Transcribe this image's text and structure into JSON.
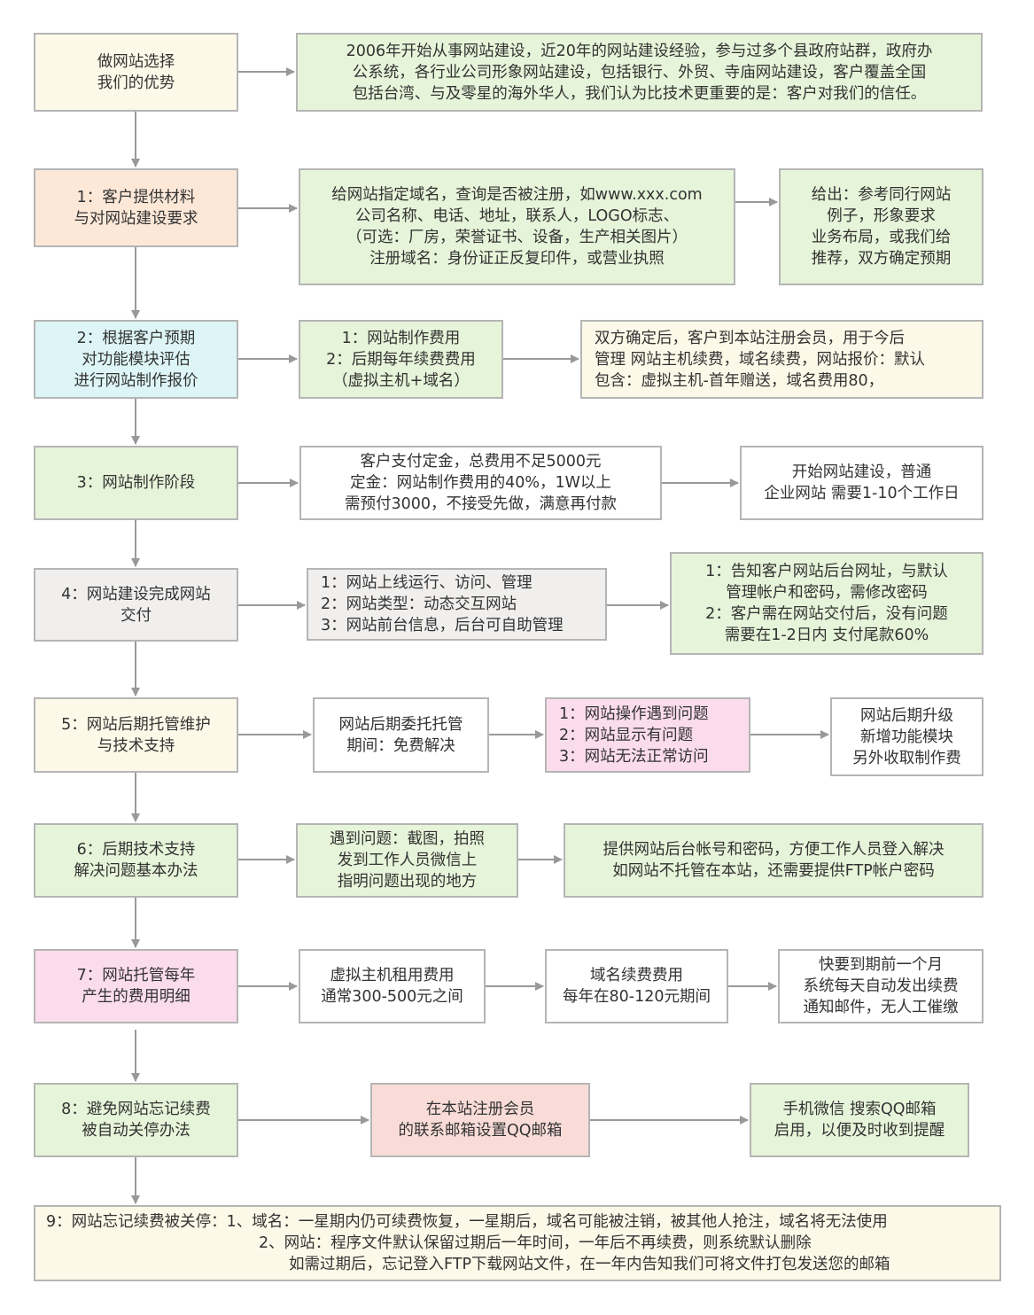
{
  "colors": {
    "cream": "#fdf9e8",
    "green": "#e6f4d9",
    "peach": "#fde8d8",
    "cyan": "#ddf5f6",
    "gray": "#f0efee",
    "pink": "#fbdcec",
    "rose": "#f9dcd8",
    "white": "#ffffff",
    "border": "#b5b5b5",
    "arrow": "#999999",
    "text": "#333333"
  },
  "rows": [
    {
      "step": {
        "lines": [
          "做网站选择",
          "我们的优势"
        ]
      },
      "details": [
        {
          "lines": [
            "2006年开始从事网站建设，近20年的网站建设经验，参与过多个县政府站群，政府办",
            "公系统，各行业公司形象网站建设，包括银行、外贸、寺庙网站建设，客户覆盖全国",
            "包括台湾、与及零星的海外华人，我们认为比技术更重要的是：客户对我们的信任。"
          ]
        }
      ]
    },
    {
      "step": {
        "lines": [
          "1：客户提供材料",
          "与对网站建设要求"
        ]
      },
      "details": [
        {
          "lines": [
            "给网站指定域名，查询是否被注册，如www.xxx.com",
            "公司名称、电话、地址，联系人，LOGO标志、",
            "（可选：厂房，荣誉证书、设备，生产相关图片）",
            "注册域名：身份证正反复印件，或营业执照"
          ]
        },
        {
          "lines": [
            "给出：参考同行网站",
            "例子，形象要求",
            "业务布局，或我们给",
            "推荐，双方确定预期"
          ]
        }
      ]
    },
    {
      "step": {
        "lines": [
          "2：根据客户预期",
          "对功能模块评估",
          "进行网站制作报价"
        ]
      },
      "details": [
        {
          "lines": [
            "1：网站制作费用",
            "2：后期每年续费费用",
            "（虚拟主机+域名）"
          ]
        },
        {
          "lines": [
            "双方确定后，客户到本站注册会员，用于今后",
            "管理 网站主机续费，域名续费，网站报价：默认",
            "包含：虚拟主机-首年赠送，域名费用80，"
          ]
        }
      ]
    },
    {
      "step": {
        "lines": [
          "3：网站制作阶段"
        ]
      },
      "details": [
        {
          "lines": [
            "客户支付定金，总费用不足5000元",
            "定金：网站制作费用的40%，1W以上",
            "需预付3000，不接受先做，满意再付款"
          ]
        },
        {
          "lines": [
            "开始网站建设，普通",
            "企业网站 需要1-10个工作日"
          ]
        }
      ]
    },
    {
      "step": {
        "lines": [
          "4：网站建设完成网站",
          "交付"
        ]
      },
      "details": [
        {
          "lines": [
            "1：网站上线运行、访问、管理",
            "2：网站类型：动态交互网站",
            "3：网站前台信息，后台可自助管理"
          ]
        },
        {
          "lines": [
            "1：告知客户网站后台网址，与默认",
            "管理帐户和密码，需修改密码",
            "2：客户需在网站交付后，没有问题",
            "需要在1-2日内 支付尾款60%"
          ]
        }
      ]
    },
    {
      "step": {
        "lines": [
          "5：网站后期托管维护",
          "与技术支持"
        ]
      },
      "details": [
        {
          "lines": [
            "网站后期委托托管",
            "期间：免费解决"
          ]
        },
        {
          "lines": [
            "1：网站操作遇到问题",
            "2：网站显示有问题",
            "3：网站无法正常访问"
          ]
        },
        {
          "lines": [
            "网站后期升级",
            "新增功能模块",
            "另外收取制作费"
          ]
        }
      ]
    },
    {
      "step": {
        "lines": [
          "6：后期技术支持",
          "解决问题基本办法"
        ]
      },
      "details": [
        {
          "lines": [
            "遇到问题：截图，拍照",
            "发到工作人员微信上",
            "指明问题出现的地方"
          ]
        },
        {
          "lines": [
            "提供网站后台帐号和密码，方便工作人员登入解决",
            "如网站不托管在本站，还需要提供FTP帐户密码"
          ]
        }
      ]
    },
    {
      "step": {
        "lines": [
          "7：网站托管每年",
          "产生的费用明细"
        ]
      },
      "details": [
        {
          "lines": [
            "虚拟主机租用费用",
            "通常300-500元之间"
          ]
        },
        {
          "lines": [
            "域名续费费用",
            "每年在80-120元期间"
          ]
        },
        {
          "lines": [
            "快要到期前一个月",
            "系统每天自动发出续费",
            "通知邮件，无人工催缴"
          ]
        }
      ]
    },
    {
      "step": {
        "lines": [
          "8：避免网站忘记续费",
          "被自动关停办法"
        ]
      },
      "details": [
        {
          "lines": [
            "在本站注册会员",
            "的联系邮箱设置QQ邮箱"
          ]
        },
        {
          "lines": [
            "手机微信 搜索QQ邮箱",
            "启用，以便及时收到提醒"
          ]
        }
      ]
    }
  ],
  "final_note": {
    "lines": [
      "9：网站忘记续费被关停：1、域名：一星期内仍可续费恢复，一星期后，域名可能被注销，被其他人抢注，域名将无法使用",
      "2、网站：程序文件默认保留过期后一年时间，一年后不再续费，则系统默认删除",
      "如需过期后，忘记登入FTP下载网站文件，在一年内告知我们可将文件打包发送您的邮箱"
    ]
  }
}
